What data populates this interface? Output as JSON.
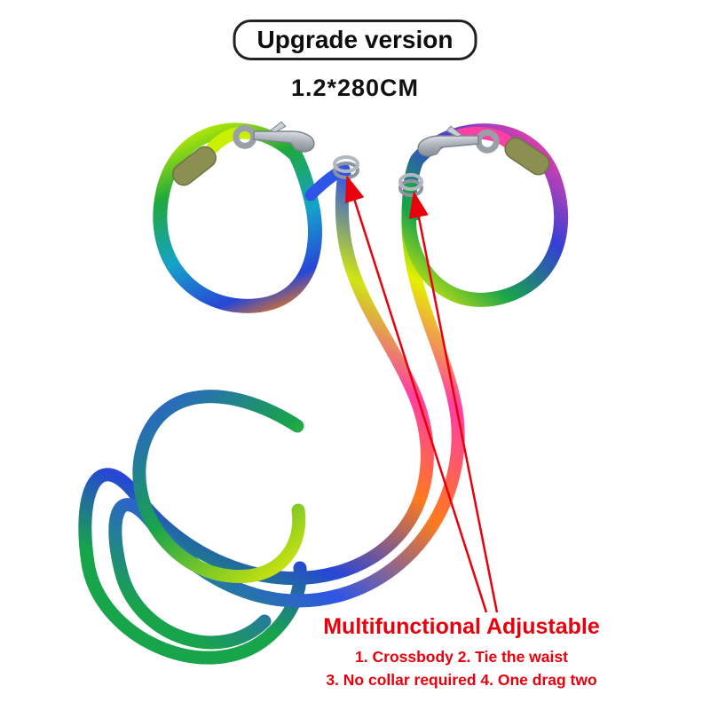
{
  "badge": {
    "label": "Upgrade version"
  },
  "product": {
    "size_label": "1.2*280CM"
  },
  "annotation": {
    "title": "Multifunctional Adjustable",
    "line1": "1. Crossbody 2. Tie the waist",
    "line2": "3. No collar required 4. One drag two"
  },
  "colors": {
    "accent_red": "#e8000d",
    "badge_border": "#222222",
    "text_black": "#111111",
    "background": "#ffffff",
    "rope_green": "#18a44a",
    "rope_neon_yellow": "#c8f000",
    "rope_blue": "#2f55e8",
    "rope_pink": "#ff3fa4",
    "rope_orange": "#ff7a1e",
    "metal_gray": "#aab0b8",
    "sleeve_olive": "#8b8f52"
  }
}
